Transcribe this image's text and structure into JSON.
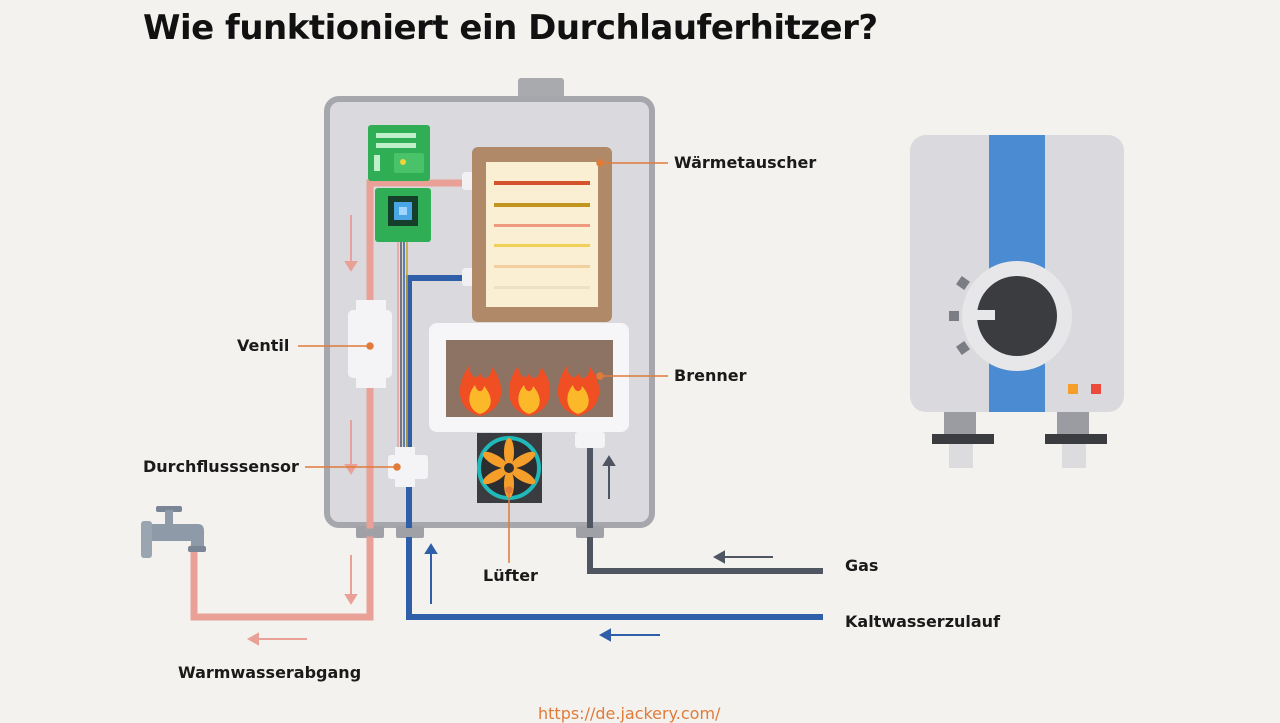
{
  "title": "Wie funktioniert ein Durchlauferhitzer?",
  "labels": {
    "heat_exchanger": "Wärmetauscher",
    "burner": "Brenner",
    "valve": "Ventil",
    "flow_sensor": "Durchflusssensor",
    "fan": "Lüfter",
    "gas": "Gas",
    "cold_water_inlet": "Kaltwasserzulauf",
    "hot_water_outlet": "Warmwasserabgang"
  },
  "url": "https://de.jackery.com/",
  "colors": {
    "hot_pipe": "#e9a197",
    "cold_pipe": "#2f5fa8",
    "gas_pipe": "#4f5561",
    "callout": "#e07b3a",
    "casing": "#d9d9de",
    "pcb": "#2fae55",
    "flame": "#f04e23",
    "fan_blade": "#f59e2a",
    "heater_stripe": "#4a8bd1"
  }
}
